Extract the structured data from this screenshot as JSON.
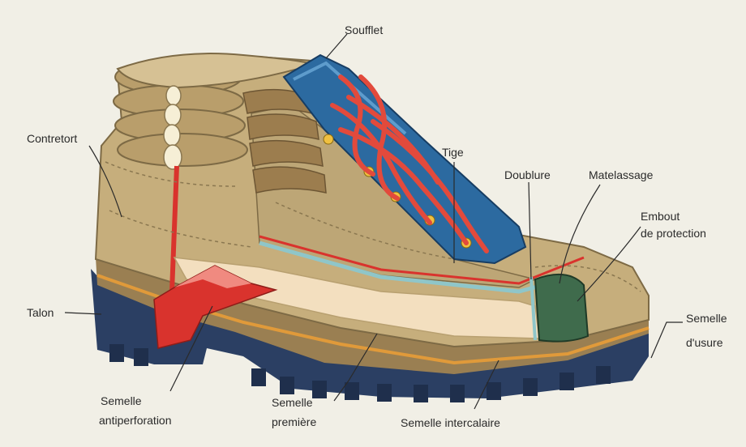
{
  "labels": {
    "soufflet": "Soufflet",
    "contretort": "Contretort",
    "tige": "Tige",
    "doublure": "Doublure",
    "matelassage": "Matelassage",
    "embout_line1": "Embout",
    "embout_line2": "de protection",
    "talon": "Talon",
    "semelle_usure_line1": "Semelle",
    "semelle_usure_line2": "d'usure",
    "semelle_antiperf_line1": "Semelle",
    "semelle_antiperf_line2": "antiperforation",
    "semelle_premiere_line1": "Semelle",
    "semelle_premiere_line2": "première",
    "semelle_intercalaire": "Semelle intercalaire"
  },
  "colors": {
    "background": "#f1efe6",
    "leather": "#c6ae7c",
    "leather_dark": "#9a7f52",
    "tongue_blue": "#2c6aa0",
    "laces": "#e24a3c",
    "sole": "#2b3f63",
    "antiperforation": "#d9332d",
    "insole": "#f3dfbf",
    "toe_cap": "#3f6b4c",
    "lining": "#8fc6c9"
  },
  "icons": {
    "boot": "hiking-boot-cutaway-illustration"
  }
}
